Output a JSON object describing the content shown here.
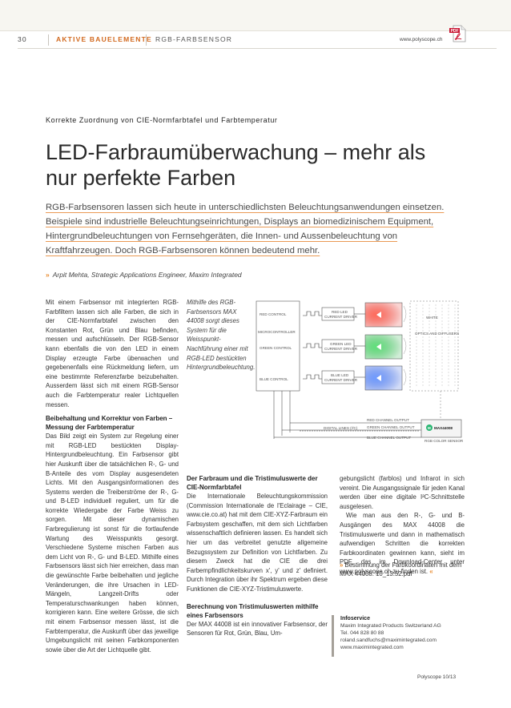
{
  "header": {
    "page_number": "30",
    "section": "AKTIVE BAUELEMENTE",
    "subsection": "RGB-FARBSENSOR",
    "url": "www.polyscope.ch",
    "pdf_icon_label": "PDF"
  },
  "article": {
    "kicker": "Korrekte Zuordnung von CIE-Normfarbtafel und Farbtemperatur",
    "title": "LED-Farbraumüberwachung – mehr als nur perfekte Farben",
    "lead": "RGB-Farbsensoren lassen sich heute in unterschiedlichsten Beleuchtungsanwendungen einsetzen. Beispiele sind industrielle Beleuchtungseinrichtungen, Displays an biomedizinischem Equipment, Hintergrundbeleuchtungen von Fernsehgeräten, die Innen- und Aussenbeleuchtung von Kraftfahrzeugen. Doch RGB-Farbsensoren können bedeutend mehr.",
    "author_mark": "»",
    "author": "Arpit Mehta, Strategic Applications Engineer, Maxim Integrated",
    "p1": "Mit einem Farbsensor mit integrierten RGB-Farbfiltern lassen sich alle Farben, die sich in der CIE-Normfarbtafel zwischen den Konstanten Rot, Grün und Blau befinden, messen und aufschlüsseln. Der RGB-Sensor kann ebenfalls die von den LED in einem Display erzeugte Farbe überwachen und gegebenenfalls eine Rückmeldung liefern, um eine bestimmte Referenzfarbe beizubehalten. Ausserdem lässt sich mit einem RGB-Sensor auch die Farbtemperatur realer Lichtquellen messen.",
    "h1": "Beibehaltung und Korrektur von Farben – Messung der Farbtemperatur",
    "p2": "Das Bild zeigt ein System zur Regelung einer mit RGB-LED bestückten Display-Hintergrundbeleuchtung. Ein Farbsensor gibt hier Auskunft über die tatsächlichen R-, G- und B-Anteile des vom Display ausgesendeten Lichts. Mit den Ausgangsinformationen des Systems werden die Treiberströme der R-, G- und B-LED individuell reguliert, um für die korrekte Wiedergabe der Farbe Weiss zu sorgen. Mit dieser dynamischen Farbregulierung ist sonst für die fortlaufende Wartung des Weisspunkts gesorgt. Verschiedene Systeme mischen Farben aus dem Licht von R-, G- und B-LED. Mithilfe eines Farbsensors lässt sich hier erreichen, dass man die gewünschte Farbe beibehalten und jegliche Veränderungen, die ihre Ursachen in LED-Mängeln, Langzeit-Drifts oder Temperaturschwankungen haben können, korrigieren kann. Eine weitere Grösse, die sich mit einem Farbsensor messen lässt, ist die Farbtemperatur, die Auskunft über das jeweilige Umgebungslicht mit seinen Farbkomponenten sowie über die Art der Lichtquelle gibt.",
    "caption": "Mithilfe des RGB-Farbsensors MAX 44008 sorgt dieses System für die Weisspunkt-Nachführung einer mit RGB-LED bestückten Hintergrundbeleuchtung.",
    "h2": "Der Farbraum und die Tristimuluswerte der CIE-Normfarbtafel",
    "p3": "Die Internationale Beleuchtungskommission (Commission Internationale de l'Eclairage – CIE, www.cie.co.at) hat mit dem CIE-XYZ-Farbraum ein Farbsystem geschaffen, mit dem sich Lichtfarben wissenschaftlich definieren lassen. Es handelt sich hier um das verbreitet genutzte allgemeine Bezugssystem zur Definition von Lichtfarben. Zu diesem Zweck hat die CIE die drei Farbempfindlichkeitskurven x', y' und z' definiert. Durch Integration über ihr Spektrum ergeben diese Funktionen die CIE-XYZ-Tristimuluswerte.",
    "h3": "Berechnung von Tristimuluswerten mithilfe eines Farbsensors",
    "p4": "Der MAX 44008 ist ein innovativer Farbsensor, der Sensoren für Rot, Grün, Blau, Um-",
    "p5": "gebungslicht (farblos) und Infrarot in sich vereint. Die Ausgangssignale für jeden Kanal werden über eine digitale I²C-Schnittstelle ausgelesen.",
    "p6": "Wie man aus den R-, G- und B-Ausgängen des MAX 44008 die Tristimuluswerte und dann in mathematisch aufwendigen Schritten die korrekten Farbkoordinaten gewinnen kann, sieht im PDF, das im Download-Center unter www.polyscope.ch zu finden ist.",
    "end_mark": "«",
    "pdf_mark": "»",
    "pdf_link": "Bestimmung der Farbkoordinaten mit dem MAX 44008: 10_13.52.pdf"
  },
  "diagram": {
    "red_control": "RED CONTROL",
    "microcontroller": "MICROCONTROLLER",
    "green_control": "GREEN CONTROL",
    "blue_control": "BLUE CONTROL",
    "red_driver_1": "RED LED",
    "red_driver_2": "CURRENT DRIVER",
    "green_driver_1": "GREEN LED",
    "green_driver_2": "CURRENT DRIVER",
    "blue_driver_1": "BLUE LED",
    "blue_driver_2": "CURRENT DRIVER",
    "white": "WHITE",
    "optics": "OPTICS AND DIFFUSERS",
    "red_output": "RED CHANNEL OUTPUT",
    "green_output": "GREEN CHANNEL OUTPUT",
    "blue_output": "BLUE CHANNEL OUTPUT",
    "digital_lines": "DIGITAL LINES (I²C)",
    "chip": "MAX44008",
    "chip_logo": "M",
    "sensor_label": "RGB COLOR SENSOR"
  },
  "infobox": {
    "heading": "Infoservice",
    "company": "Maxim Integrated Products Switzerland AG",
    "phone": "Tel. 044 828 80 88",
    "email": "roland.sandfuchs@maximintegrated.com",
    "web": "www.maximintegrated.com"
  },
  "footer": {
    "text": "Polyscope 10/13"
  },
  "colors": {
    "accent": "#e88a2d",
    "led_red": "#e2231a",
    "led_green": "#16a535",
    "led_blue": "#1f4fd8"
  }
}
